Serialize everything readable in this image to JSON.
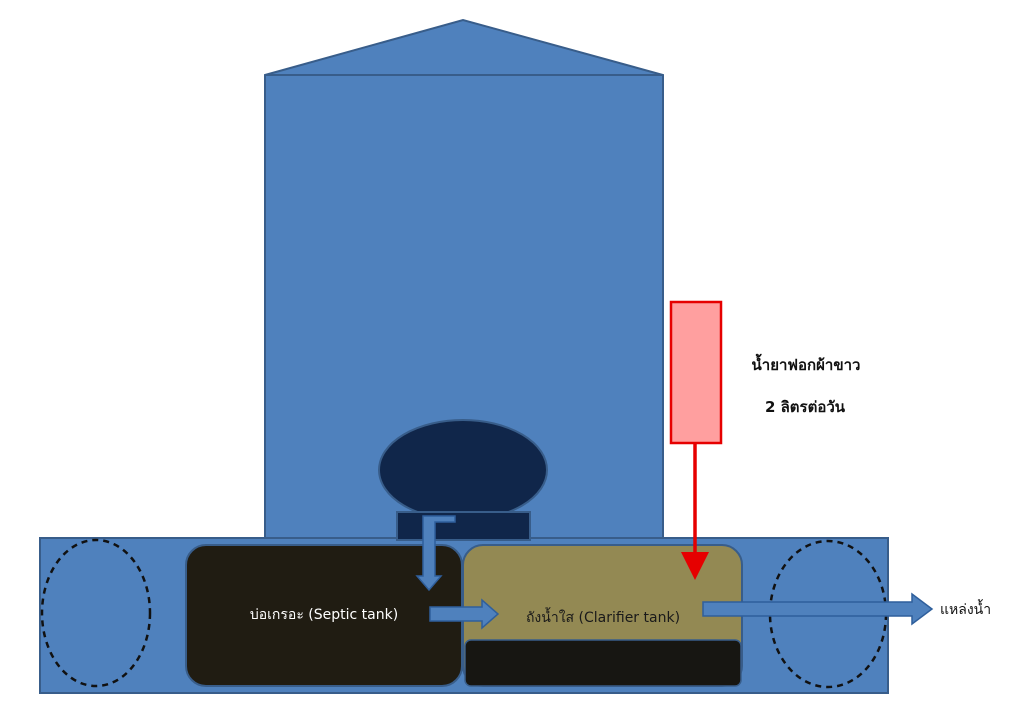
{
  "labels": {
    "septic_tank": "บ่อเกรอะ (Septic tank)",
    "clarifier_tank": "ถังน้ำใส (Clarifier tank)",
    "chemical_line1": "น้ำยาฟอกผ้าขาว",
    "chemical_line2": "2 ลิตรต่อวัน",
    "water_source": "แหล่งน้ำ"
  },
  "colors": {
    "building_fill": "#4f81bd",
    "building_stroke": "#385d8a",
    "septic_fill": "#201c12",
    "clarifier_fill": "#938953",
    "sludge_fill": "#171612",
    "dome_fill": "#10264a",
    "chemical_fill": "#ff9f9f",
    "chemical_stroke": "#e60000",
    "flow_arrow_fill": "#4f81bd",
    "dose_arrow": "#e60000"
  }
}
